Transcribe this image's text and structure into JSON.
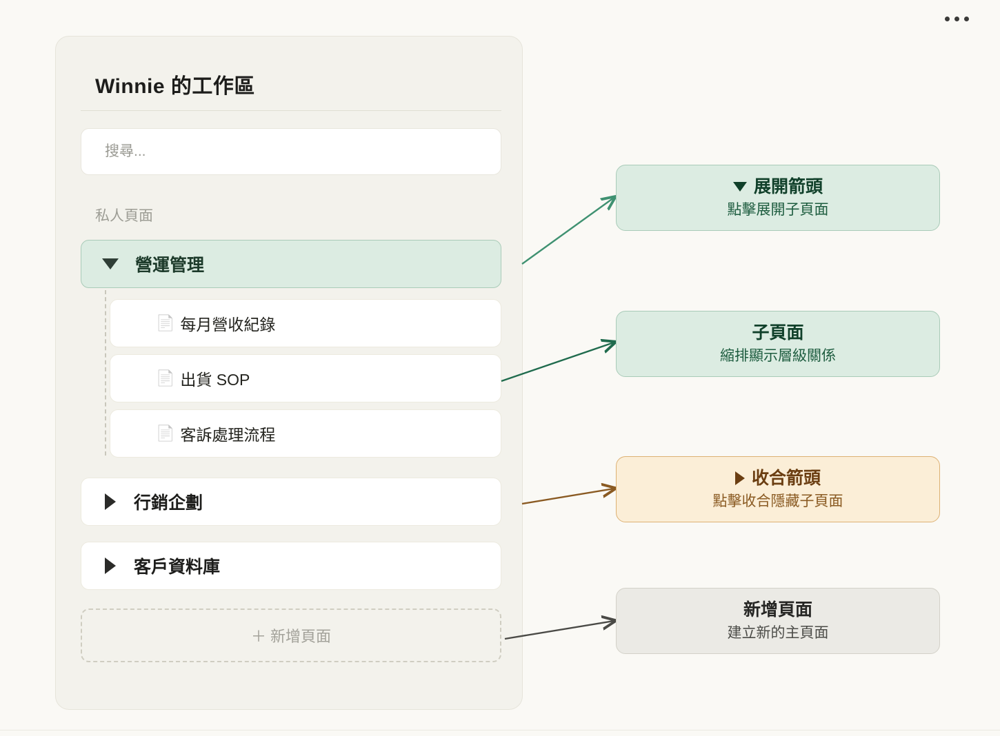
{
  "top_menu": {
    "icon": "ellipsis-icon",
    "dots": 3
  },
  "sidebar": {
    "workspace_title": "Winnie 的工作區",
    "search": {
      "value": "",
      "placeholder": "搜尋..."
    },
    "section_label": "私人頁面",
    "tree": [
      {
        "label": "營運管理",
        "caret": "▼",
        "state": "expanded",
        "selected": true,
        "children": [
          {
            "label": "每月營收紀錄",
            "icon": "page-icon"
          },
          {
            "label": "出貨 SOP",
            "icon": "page-icon"
          },
          {
            "label": "客訴處理流程",
            "icon": "page-icon"
          }
        ]
      },
      {
        "label": "行銷企劃",
        "caret": "▶",
        "state": "collapsed",
        "selected": false,
        "children": []
      },
      {
        "label": "客戶資料庫",
        "caret": "▶",
        "state": "collapsed",
        "selected": false,
        "children": []
      }
    ],
    "add_page_label": "＋ 新增頁面"
  },
  "callouts": [
    {
      "title": "展開箭頭",
      "subtitle": "點擊展開子頁面",
      "marker": "caret-down",
      "theme": "green",
      "accent": "#1d5c3f"
    },
    {
      "title": "子頁面",
      "subtitle": "縮排顯示層級關係",
      "marker": "none",
      "theme": "green",
      "accent": "#1d5c3f"
    },
    {
      "title": "收合箭頭",
      "subtitle": "點擊收合隱藏子頁面",
      "marker": "caret-right",
      "theme": "amber",
      "accent": "#8a5a22"
    },
    {
      "title": "新增頁面",
      "subtitle": "建立新的主頁面",
      "marker": "none",
      "theme": "gray",
      "accent": "#4c4c48"
    }
  ],
  "colors": {
    "page_background": "#faf9f5",
    "panel_background": "#f3f2ec",
    "green_fill": "#dcece2",
    "green_border": "#a9cbb8",
    "amber_fill": "#fbeed7",
    "amber_border": "#ddb173",
    "gray_fill": "#ebeae5",
    "gray_border": "#d3d1c8",
    "arrow_green_light": "#3f9171",
    "arrow_green_dark": "#1f6b4d",
    "arrow_amber": "#8a5a22",
    "arrow_gray": "#4a4a46"
  }
}
